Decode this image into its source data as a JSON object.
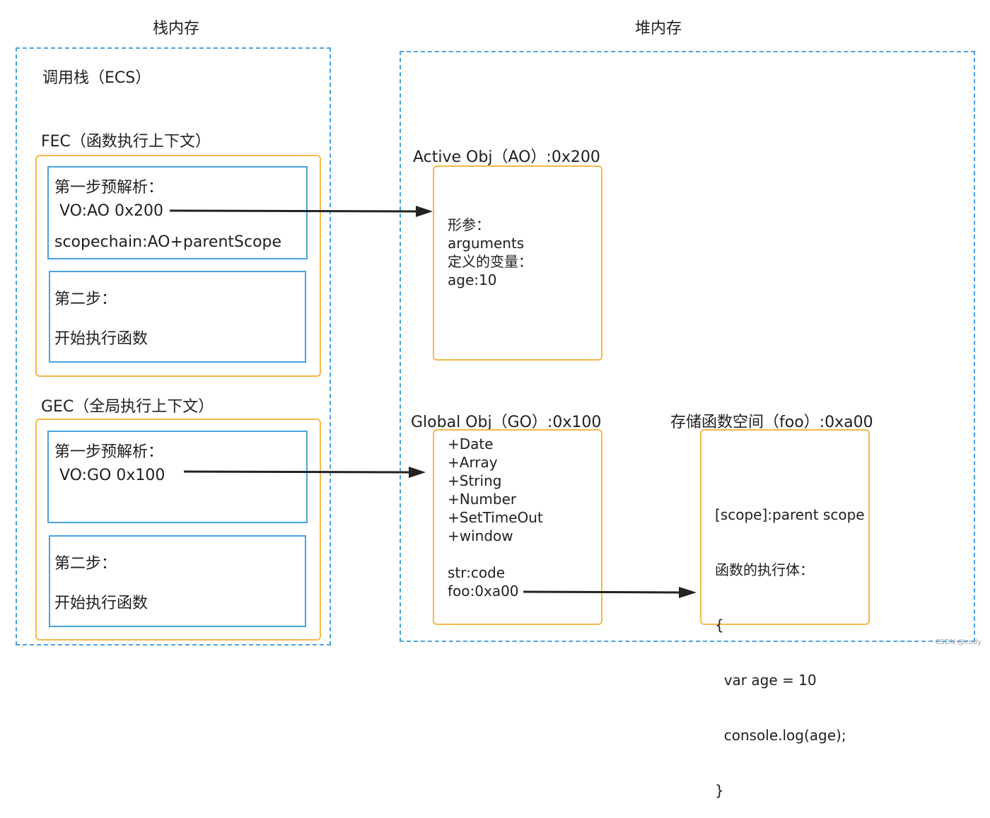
{
  "stack": {
    "title": "栈内存",
    "call_stack_label": "调用栈（ECS）",
    "fec": {
      "title": "FEC（函数执行上下文）",
      "step1_title": "第一步预解析：",
      "vo": "VO:AO 0x200",
      "scopechain": "scopechain:AO+parentScope",
      "step2_title": "第二步：",
      "step2_body": "开始执行函数"
    },
    "gec": {
      "title": "GEC（全局执行上下文）",
      "step1_title": "第一步预解析：",
      "vo": "VO:GO 0x100",
      "step2_title": "第二步：",
      "step2_body": "开始执行函数"
    }
  },
  "heap": {
    "title": "堆内存",
    "ao": {
      "title": "Active Obj（AO）:0x200",
      "lines": [
        "形参：",
        "arguments",
        "定义的变量：",
        "age:10"
      ]
    },
    "go": {
      "title": "Global Obj（GO）:0x100",
      "lines": [
        "+Date",
        "+Array",
        "+String",
        "+Number",
        "+SetTimeOut",
        "+window",
        "",
        "str:code",
        "foo:0xa00"
      ]
    },
    "foo": {
      "title": "存储函数空间（foo）:0xa00",
      "lines": [
        "[scope]:parent scope",
        "函数的执行体：",
        "{",
        "  var age = 10",
        "  console.log(age);",
        "}"
      ]
    }
  },
  "watermark": "CSDN @cody",
  "colors": {
    "dashed_border": "#4aa3df",
    "context_border": "#f6b94a",
    "step_border": "#4aa3df",
    "arrow": "#222222"
  }
}
